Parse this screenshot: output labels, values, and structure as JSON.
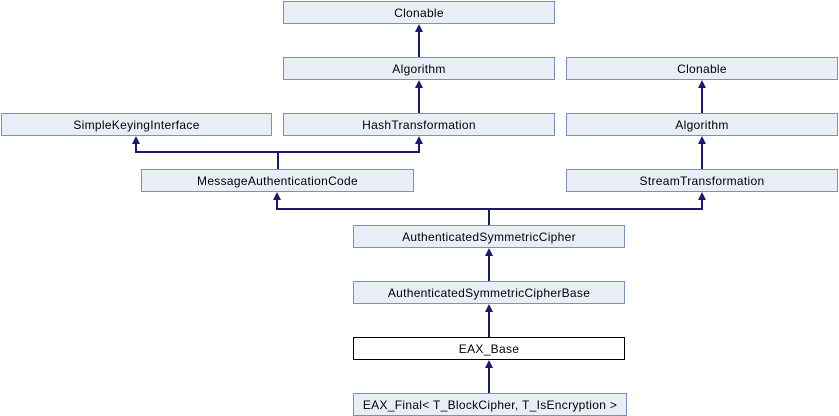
{
  "diagram": {
    "type": "class-inheritance-graph",
    "colors": {
      "node_fill": "#E8EDF6",
      "node_border": "#7E8FBC",
      "edge": "#191970",
      "current_node_fill": "#FFFFFF",
      "current_node_border": "#000000",
      "background": "#FFFFFF",
      "text": "#000000"
    },
    "nodes": {
      "clonable_mid": {
        "label": "Clonable"
      },
      "algorithm_mid": {
        "label": "Algorithm"
      },
      "clonable_right": {
        "label": "Clonable"
      },
      "simple_keying_interface": {
        "label": "SimpleKeyingInterface"
      },
      "hash_transformation": {
        "label": "HashTransformation"
      },
      "algorithm_right": {
        "label": "Algorithm"
      },
      "message_authentication_code": {
        "label": "MessageAuthenticationCode"
      },
      "stream_transformation": {
        "label": "StreamTransformation"
      },
      "authenticated_symmetric_cipher": {
        "label": "AuthenticatedSymmetricCipher"
      },
      "authenticated_symmetric_cipher_base": {
        "label": "AuthenticatedSymmetricCipherBase"
      },
      "eax_base": {
        "label": "EAX_Base",
        "current": true
      },
      "eax_final": {
        "label": "EAX_Final< T_BlockCipher, T_IsEncryption >"
      }
    },
    "edges": [
      {
        "from": "algorithm_mid",
        "to": "clonable_mid"
      },
      {
        "from": "hash_transformation",
        "to": "algorithm_mid"
      },
      {
        "from": "message_authentication_code",
        "to": "simple_keying_interface"
      },
      {
        "from": "message_authentication_code",
        "to": "hash_transformation"
      },
      {
        "from": "algorithm_right",
        "to": "clonable_right"
      },
      {
        "from": "stream_transformation",
        "to": "algorithm_right"
      },
      {
        "from": "authenticated_symmetric_cipher",
        "to": "message_authentication_code"
      },
      {
        "from": "authenticated_symmetric_cipher",
        "to": "stream_transformation"
      },
      {
        "from": "authenticated_symmetric_cipher_base",
        "to": "authenticated_symmetric_cipher"
      },
      {
        "from": "eax_base",
        "to": "authenticated_symmetric_cipher_base"
      },
      {
        "from": "eax_final",
        "to": "eax_base"
      }
    ]
  }
}
